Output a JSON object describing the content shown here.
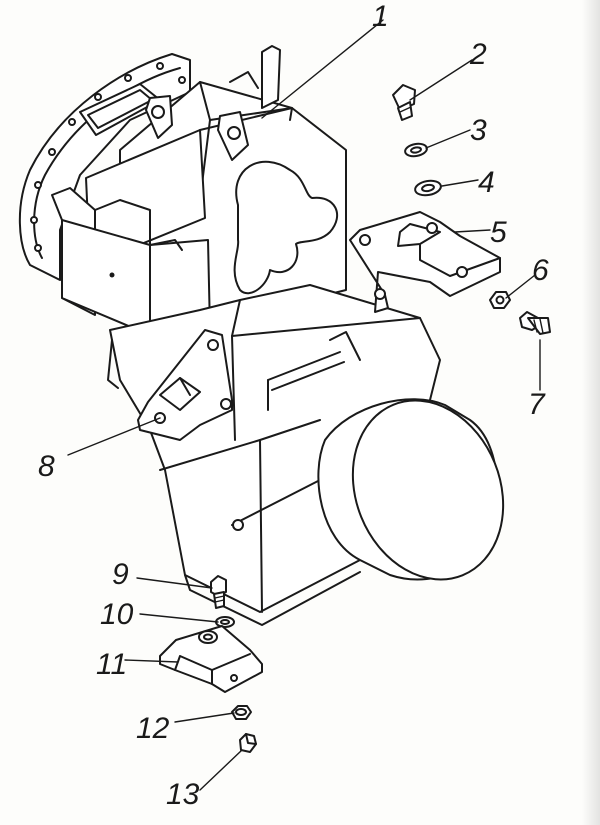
{
  "diagram": {
    "type": "exploded-parts-view",
    "callouts": [
      {
        "id": "1",
        "label": "1"
      },
      {
        "id": "2",
        "label": "2"
      },
      {
        "id": "3",
        "label": "3"
      },
      {
        "id": "4",
        "label": "4"
      },
      {
        "id": "5",
        "label": "5"
      },
      {
        "id": "6",
        "label": "6"
      },
      {
        "id": "7",
        "label": "7"
      },
      {
        "id": "8",
        "label": "8"
      },
      {
        "id": "9",
        "label": "9"
      },
      {
        "id": "10",
        "label": "10"
      },
      {
        "id": "11",
        "label": "11"
      },
      {
        "id": "12",
        "label": "12"
      },
      {
        "id": "13",
        "label": "13"
      }
    ],
    "colors": {
      "ink": "#1a1a1a",
      "paper": "#fdfdfb"
    }
  }
}
